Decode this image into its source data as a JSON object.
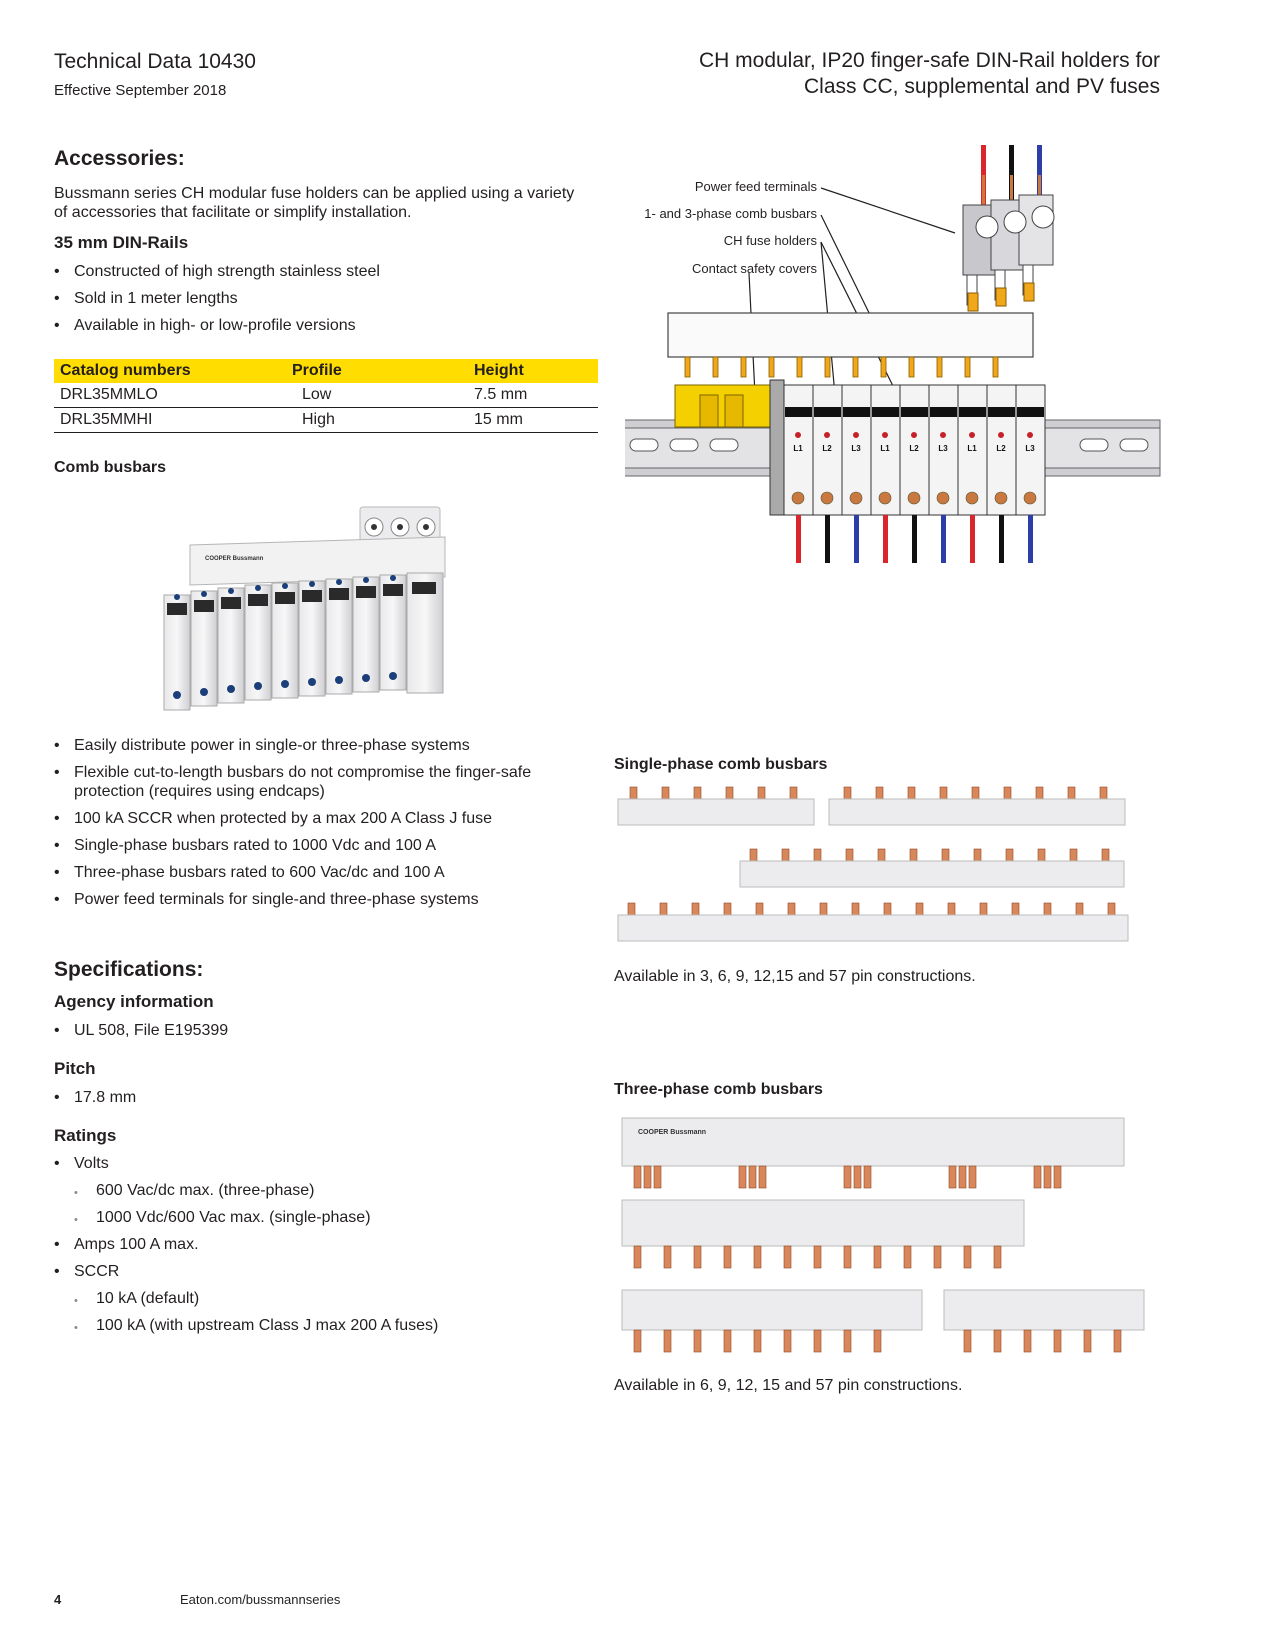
{
  "header": {
    "doc_title": "Technical Data 10430",
    "effective": "Effective September 2018",
    "right_title_line1": "CH modular, IP20 finger-safe DIN-Rail holders for",
    "right_title_line2": "Class CC, supplemental and PV fuses"
  },
  "accessories": {
    "heading": "Accessories:",
    "intro": "Bussmann series CH modular fuse holders can be applied using a variety of accessories that facilitate or simplify installation.",
    "din_rails": {
      "heading": "35 mm DIN-Rails",
      "bullets": [
        "Constructed of high strength stainless steel",
        "Sold in 1 meter lengths",
        "Available in high- or low-profile versions"
      ]
    },
    "table": {
      "headers": [
        "Catalog numbers",
        "Profile",
        "Height"
      ],
      "rows": [
        [
          "DRL35MMLO",
          "Low",
          "7.5 mm"
        ],
        [
          "DRL35MMHI",
          "High",
          "15 mm"
        ]
      ]
    },
    "comb_busbars": {
      "heading": "Comb busbars",
      "bullets": [
        "Easily distribute power in single-or three-phase systems",
        "Flexible cut-to-length busbars do not compromise the finger-safe protection (requires using endcaps)",
        "100 kA SCCR when protected by a max 200 A Class J fuse",
        "Single-phase busbars rated to 1000 Vdc and 100 A",
        "Three-phase busbars rated to 600 Vac/dc and 100 A",
        "Power feed terminals for single-and three-phase systems"
      ]
    }
  },
  "diagram": {
    "labels": [
      "Power feed terminals",
      "1- and 3-phase comb busbars",
      "CH fuse holders",
      "Contact safety covers"
    ],
    "phase_labels": [
      "L1",
      "L2",
      "L3",
      "L1",
      "L2",
      "L3",
      "L1",
      "L2",
      "L3"
    ]
  },
  "single_phase": {
    "heading": "Single-phase comb busbars",
    "caption": "Available in 3, 6, 9, 12,15 and 57 pin constructions."
  },
  "three_phase": {
    "heading": "Three-phase comb busbars",
    "caption": "Available in 6, 9, 12, 15 and 57 pin constructions."
  },
  "product_labels": {
    "brand": "COOPER Bussmann"
  },
  "specifications": {
    "heading": "Specifications:",
    "agency": {
      "heading": "Agency information",
      "items": [
        "UL 508, File E195399"
      ]
    },
    "pitch": {
      "heading": "Pitch",
      "items": [
        "17.8 mm"
      ]
    },
    "ratings": {
      "heading": "Ratings",
      "volts": "Volts",
      "volts_sub": [
        "600 Vac/dc max. (three-phase)",
        "1000 Vdc/600 Vac max. (single-phase)"
      ],
      "amps_label": "Amps",
      "amps_value": "100 A max.",
      "sccr": "SCCR",
      "sccr_sub": [
        "10 kA (default)",
        "100 kA (with upstream Class J max 200 A fuses)"
      ]
    }
  },
  "footer": {
    "page": "4",
    "url": "Eaton.com/bussmannseries"
  },
  "colors": {
    "accent_yellow": "#ffdd00",
    "text": "#231f20",
    "copper": "#d9875a"
  }
}
